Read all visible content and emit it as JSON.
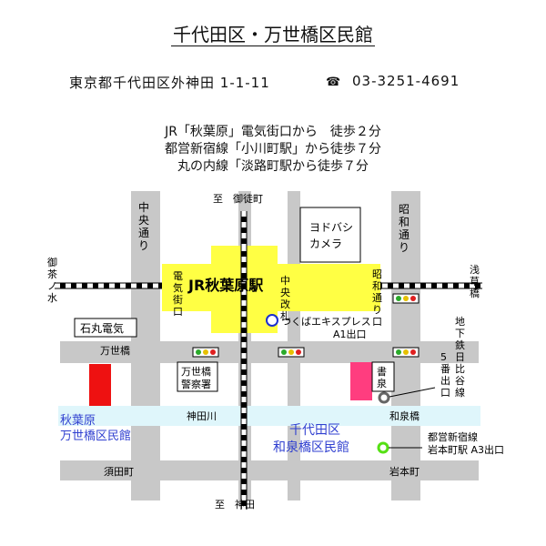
{
  "title": "千代田区・万世橋区民館",
  "address": "東京都千代田区外神田 1-1-11",
  "tel": {
    "icon": "telephone-icon",
    "number": "03-3251-4691"
  },
  "access": [
    "JR「秋葉原」電気街口から　徒歩２分",
    "都営新宿線「小川町駅」から徒歩７分",
    "丸の内線「淡路町駅から徒歩７分"
  ],
  "map": {
    "station": "JR秋葉原駅",
    "exits": {
      "denkigai": "電気街口",
      "chuo": "中央改札",
      "showa": "昭和通り口"
    },
    "streets": {
      "chuo_dori": "中央通り",
      "showa_dori": "昭和通り",
      "to_okachimachi": "至　御徒町",
      "to_kanda": "至　神田",
      "ochanomizu": "御茶ノ水",
      "asakusabashi": "浅草橋",
      "mansei_bashi": "万世橋",
      "izumi_bashi": "和泉橋",
      "kanda_gawa": "神田川",
      "sudacho": "須田町",
      "iwamotocho": "岩本町"
    },
    "landmarks": {
      "yodobashi": "ヨドバシ\nカメラ",
      "ishimaru": "石丸電気",
      "police": "万世橋\n警察署",
      "bookstore": "書泉"
    },
    "transit": {
      "tsukuba": "つくばエキスプレス",
      "tsukuba_exit": "A1出口",
      "hibiya": "地下鉄日比谷線",
      "hibiya_exit": "5番出口",
      "shinjuku": "都営新宿線",
      "shinjuku_exit": "岩本町駅 A3出口"
    },
    "venues": {
      "mansei": {
        "line1": "秋葉原",
        "line2": "万世橋区民館"
      },
      "izumi": {
        "line1": "千代田区",
        "line2": "和泉橋区民館"
      }
    },
    "colors": {
      "road": "#c8c8c8",
      "river": "#dff6fb",
      "station": "#ffff44",
      "mansei_venue": "#ee1111",
      "bookstore": "#ff3d7f",
      "venue_text": "#2f3fd0",
      "tsukuba_marker": "#1a2fd0",
      "shinjuku_marker": "#55e014"
    }
  }
}
